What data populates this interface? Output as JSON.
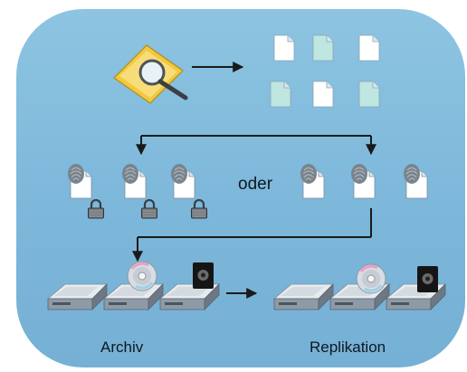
{
  "labels": {
    "oder": "oder",
    "archiv": "Archiv",
    "replikation": "Replikation"
  },
  "colors": {
    "panel": "#7db7da",
    "doc_white": "#ffffff",
    "doc_teal": "#bfe6e1",
    "arrow": "#1a1a1a",
    "folder": "#f1c93a",
    "lock": "#6f7377",
    "drive": "#c9d0d6"
  },
  "icons": {
    "source": "folder-magnifier-icon",
    "document": "document-icon",
    "fingerprint_document": "fingerprint-document-icon",
    "lock": "padlock-icon",
    "hard_drive": "hard-drive-icon",
    "cd": "cd-disc-icon",
    "tape": "tape-cartridge-icon"
  }
}
